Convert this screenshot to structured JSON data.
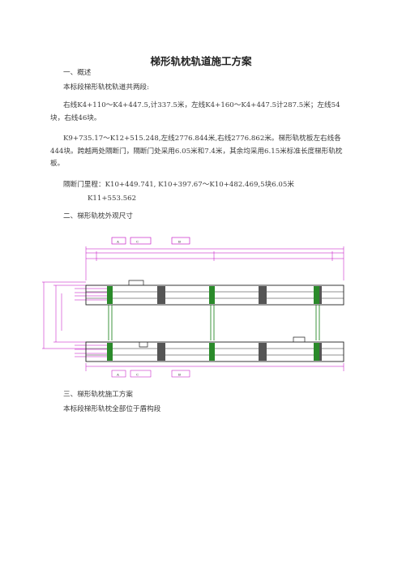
{
  "document": {
    "title": "梯形轨枕轨道施工方案",
    "sec1_heading": "一、概述",
    "intro": "本标段梯形轨枕轨道共两段:",
    "para1": "右线K4+110～K4+447.5,计337.5米，左线K4+160～K4+447.5计287.5米；左线54块，右线46块。",
    "para2": "K9+735.17～K12+515.248,左线2776.844米,右线2776.862米。梯形轨枕板左右线各444块。跨越两处隔断门，隔断门处采用6.05米和7.4米，其余均采用6.15米标准长度梯形轨枕板。",
    "gate_line1": "隔断门里程：K10+449.741, K10+397.67～K10+482.469,5块6.05米",
    "gate_line2": "K11+553.562",
    "sec2_heading": "二、梯形轨枕外观尺寸",
    "sec3_heading": "三、梯形轨枕施工方案",
    "sec3_text": "本标段梯形轨枕全部位于盾构段"
  },
  "drawing": {
    "description_labels": [
      "A",
      "C",
      "B"
    ],
    "colors": {
      "dim": "#c000c0",
      "outline": "#222222",
      "green": "#2a8a2a",
      "hatch": "#444444"
    }
  }
}
